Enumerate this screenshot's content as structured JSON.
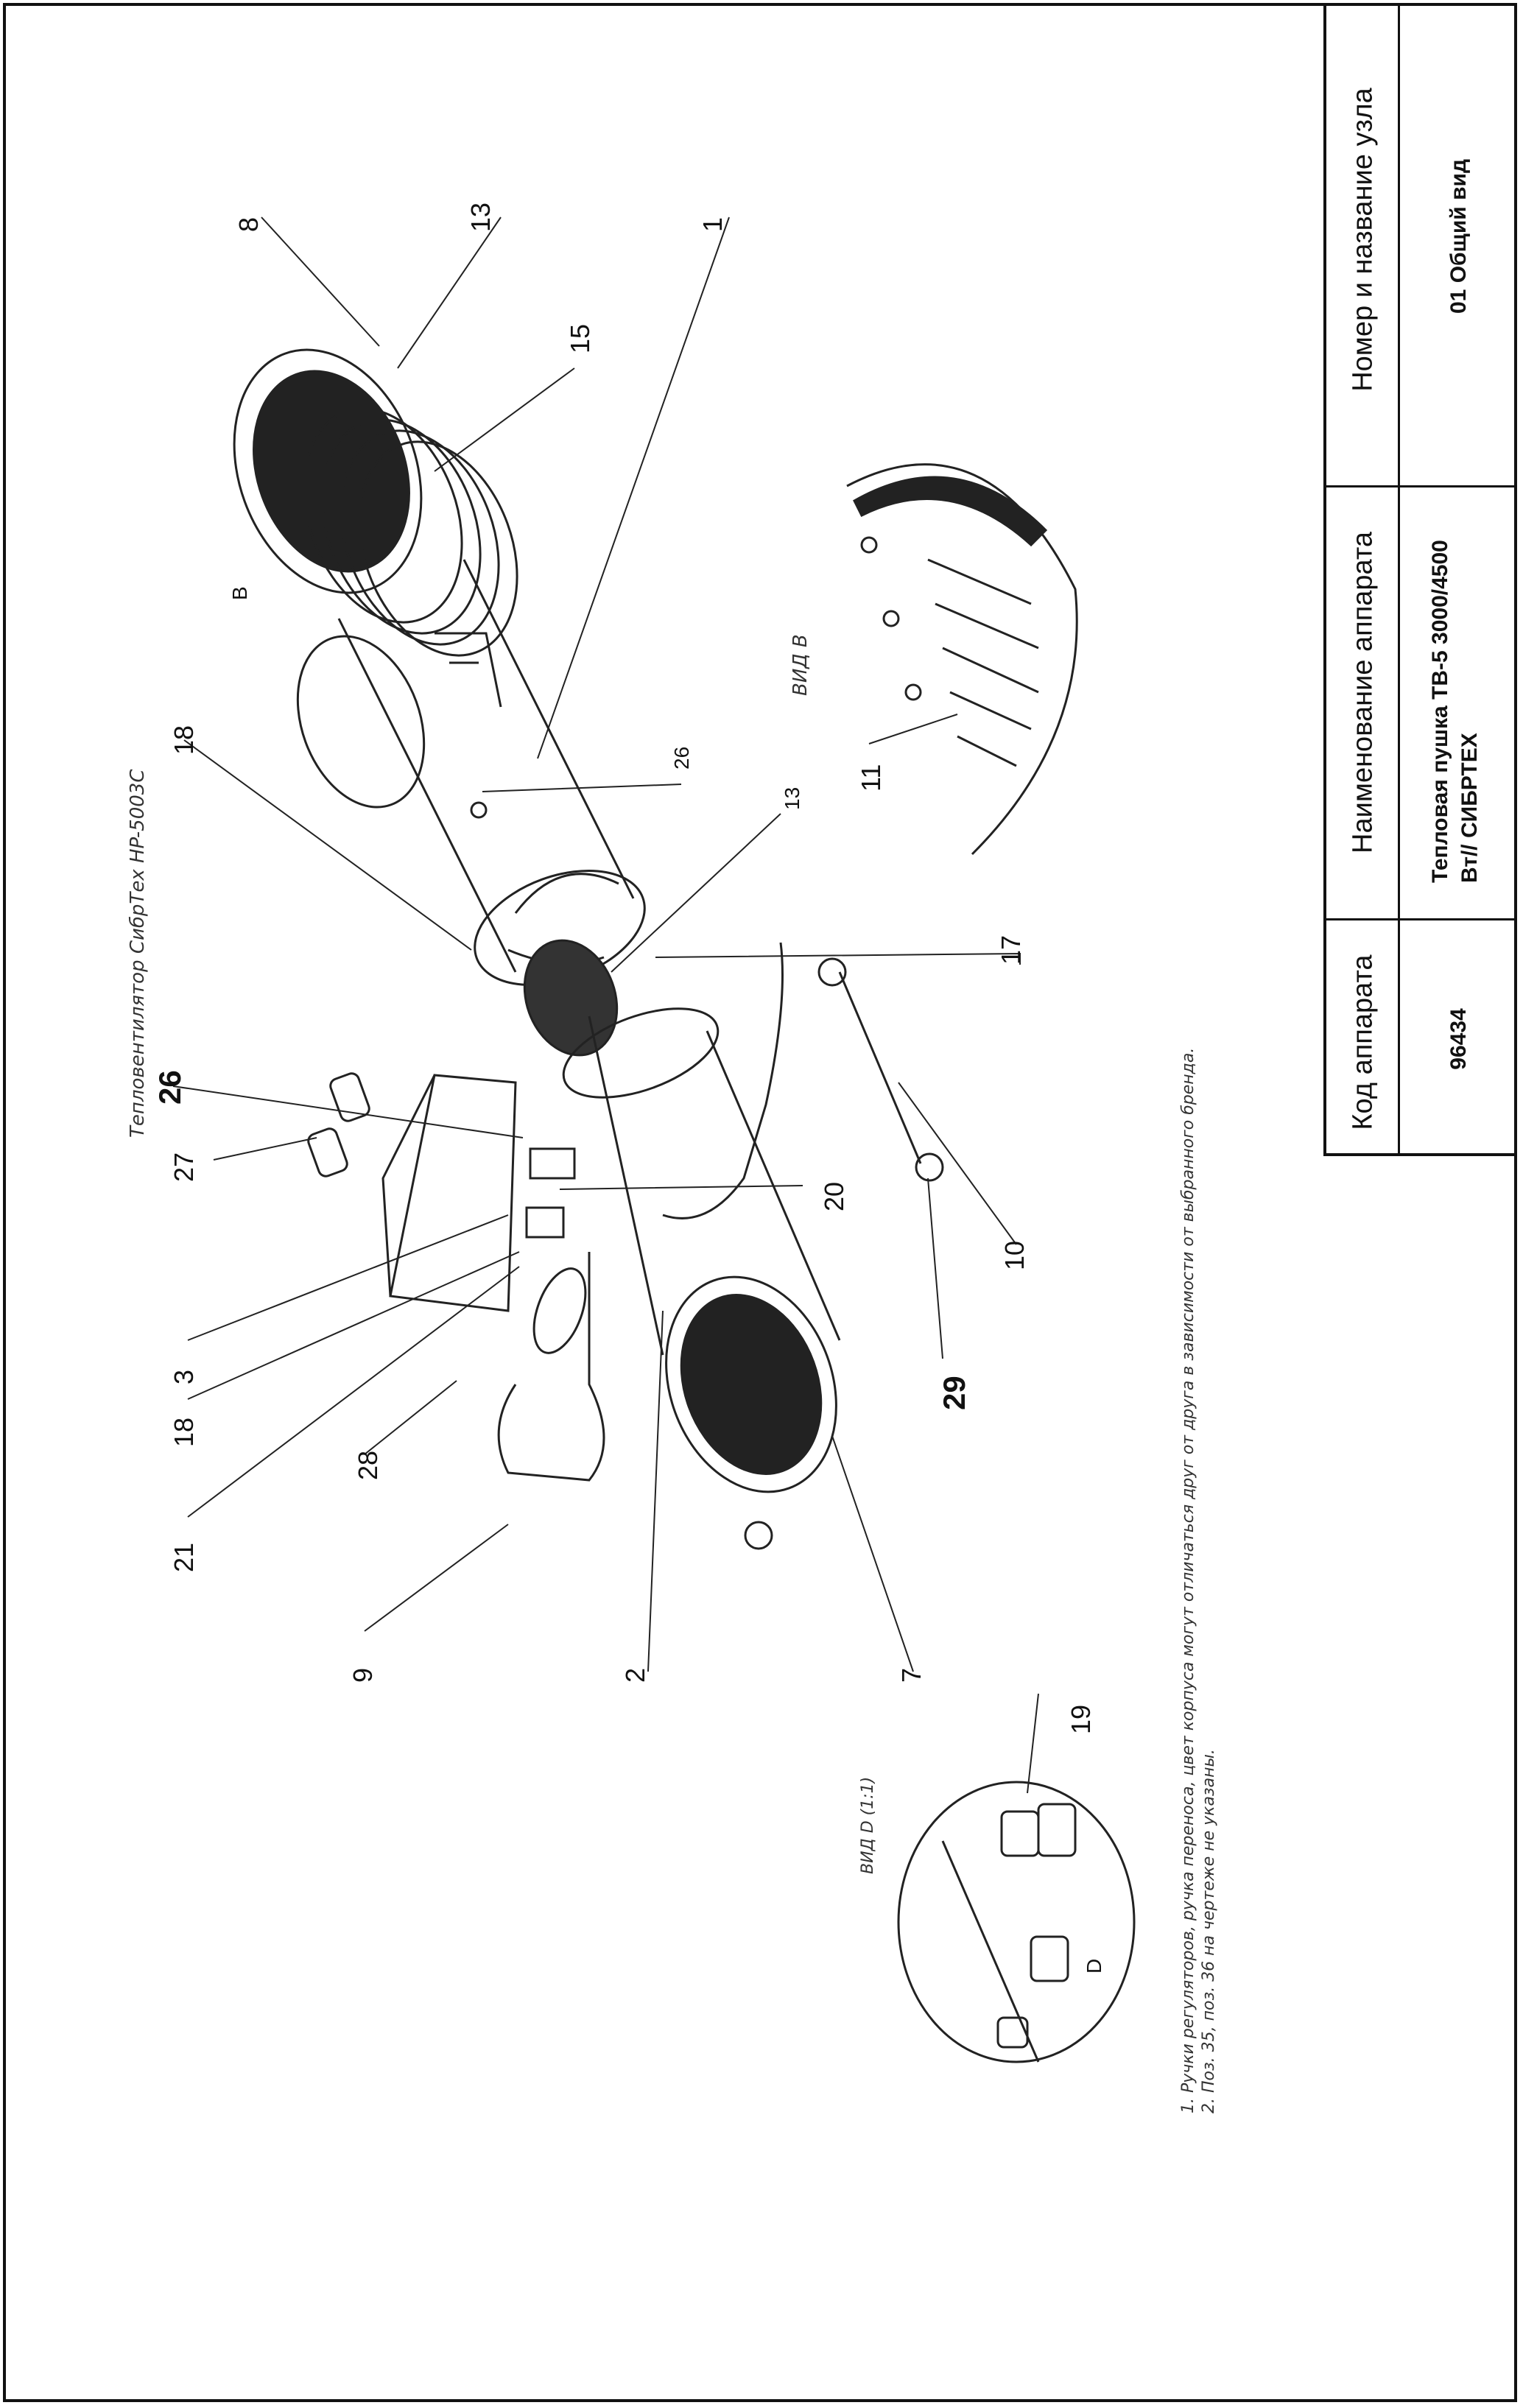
{
  "title_block": {
    "headers": {
      "code": "Код аппарата",
      "name": "Наименование аппарата",
      "node": "Номер и название узла"
    },
    "values": {
      "code": "96434",
      "name_line1": "Тепловая пушка ТВ-5 3000/4500",
      "name_line2": "Вт// СИБРТЕХ",
      "node": "01 Общий вид"
    }
  },
  "drawing": {
    "caption": "Тепловентилятор СибрТех HP-5003C",
    "view_b": "ВИД В",
    "view_d": "ВИД D (1:1)",
    "letter_b": "В",
    "letter_d": "D",
    "notes": [
      "1. Ручки регуляторов, ручка переноса, цвет корпуса могут отличаться друг от друга в зависимости от выбранного бренда.",
      "2. Поз. 35, поз. 36 на чертеже не указаны."
    ],
    "callouts": [
      "8",
      "13",
      "15",
      "1",
      "18",
      "26",
      "13",
      "17",
      "26",
      "27",
      "20",
      "3",
      "18",
      "21",
      "28",
      "9",
      "2",
      "7",
      "29",
      "10",
      "11",
      "19"
    ]
  }
}
